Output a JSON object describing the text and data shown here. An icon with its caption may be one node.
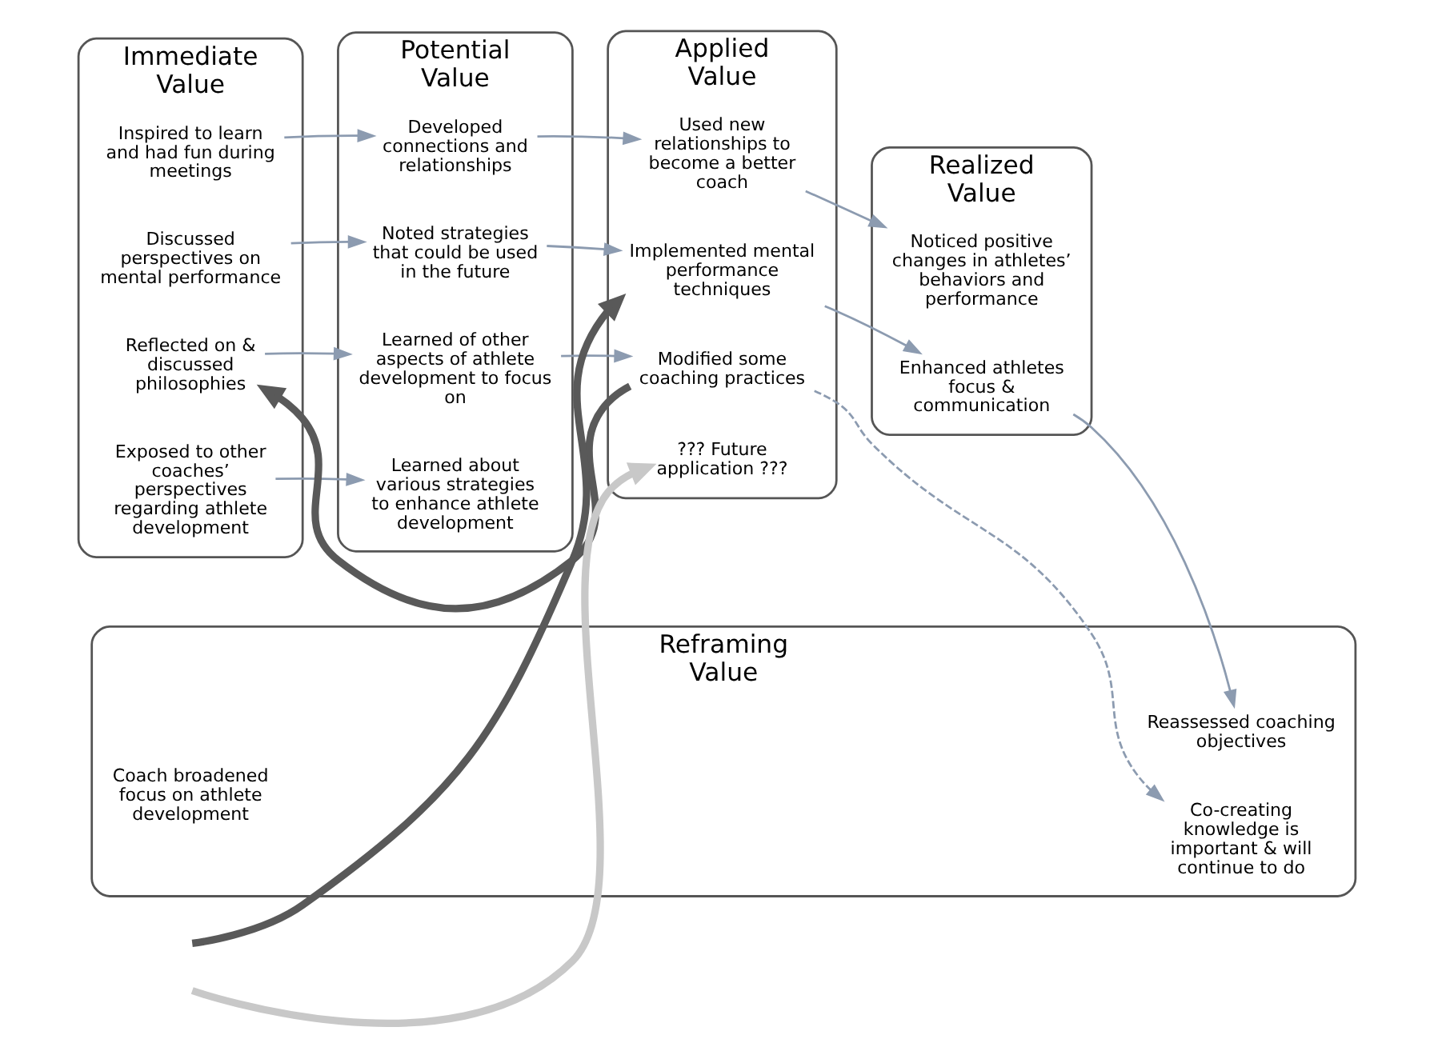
{
  "diagram": {
    "nodes": [
      {
        "text": [
          "Immediate Value"
        ]
      },
      {
        "text": [
          "Reflected on & discussed philosophies"
        ],
        "in": 0
      },
      {
        "text": [
          "Discussed perspectives on mental performance"
        ],
        "in": 0
      },
      {
        "text": [
          "Inspired to learn and had fun during meetings"
        ],
        "in": 0
      },
      {
        "text": [
          "Exposed to other coaches’ perspectives regarding athlete development"
        ],
        "in": 0
      },
      {
        "text": [
          "Potential Value"
        ]
      },
      {
        "text": [
          "Learned of other aspects of athlete development to focus on"
        ],
        "in": 5
      },
      {
        "text": [
          "Noted strategies that could be used in the future"
        ],
        "in": 5
      },
      {
        "text": [
          "Developed connections and relationships"
        ],
        "in": 5
      },
      {
        "text": [
          "Learned about various strategies to enhance athlete development"
        ],
        "in": 5
      },
      {
        "text": [
          "Applied Value"
        ]
      },
      {
        "text": [
          "Modified some coaching practices"
        ],
        "in": 10
      },
      {
        "text": [
          "Implemented mental performance techniques"
        ],
        "in": 10
      },
      {
        "text": [
          "Used new relationships to become a better coach"
        ],
        "in": 10
      },
      {
        "text": [
          "??? Future application ???"
        ],
        "in": 10
      },
      {
        "text": [
          "Realized Value"
        ]
      },
      {
        "text": [
          "Enhanced athletes focus & communication"
        ],
        "in": 15
      },
      {
        "text": [
          "Noticed positive changes in athletes’ behaviors and performance"
        ],
        "in": 15
      },
      {
        "text": [
          "Reframing Value"
        ]
      },
      {
        "text": [
          "Co-creating knowledge is important & will continue to do"
        ],
        "in": 18
      },
      {
        "text": [
          "Reassessed coaching objectives"
        ],
        "in": 18
      },
      {
        "text": [
          "Coach broadened focus on athlete development"
        ],
        "in": 18
      }
    ],
    "edges": [
      {
        "from": 1,
        "to": 6,
        "arrow": "to"
      },
      {
        "from": 2,
        "to": 7,
        "arrow": "to"
      },
      {
        "from": 3,
        "to": 8,
        "arrow": "to"
      },
      {
        "from": 4,
        "to": 9,
        "arrow": "to"
      },
      {
        "from": 6,
        "to": 11,
        "arrow": "to"
      },
      {
        "from": 7,
        "to": 12,
        "arrow": "to"
      },
      {
        "from": 8,
        "to": 13,
        "arrow": "to"
      },
      {
        "from": 12,
        "to": 16,
        "arrow": "to"
      },
      {
        "from": 13,
        "to": 17,
        "arrow": "to"
      },
      {
        "from": 16,
        "to": 20,
        "arrow": "to"
      },
      {
        "from": 11,
        "to": 19,
        "arrow": "to",
        "style": "dashed"
      },
      {
        "from": 11,
        "to": 1,
        "arrow": "to",
        "style": "thick",
        "color": "#595959"
      },
      {
        "from": null,
        "to": 12,
        "arrow": "to",
        "style": "thick",
        "color": "#595959"
      },
      {
        "from": null,
        "to": 14,
        "arrow": "to",
        "style": "thick",
        "color": "#c8c8c8"
      }
    ]
  }
}
